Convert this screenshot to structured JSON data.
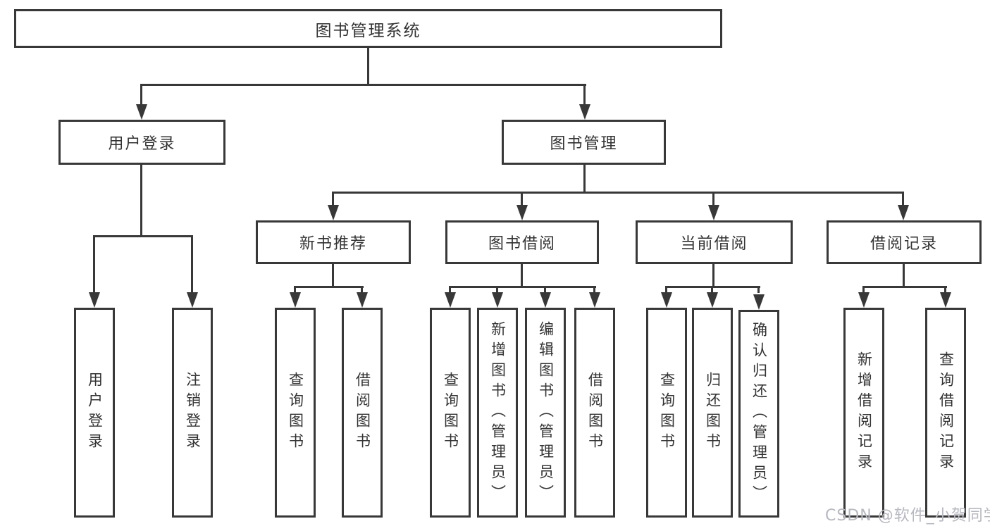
{
  "diagram_type": "hierarchy-tree",
  "tree": {
    "label": "图书管理系统",
    "children": [
      {
        "label": "用户登录",
        "children": [
          {
            "label": "用户登录"
          },
          {
            "label": "注销登录"
          }
        ]
      },
      {
        "label": "图书管理",
        "children": [
          {
            "label": "新书推荐",
            "children": [
              {
                "label": "查询图书"
              },
              {
                "label": "借阅图书"
              }
            ]
          },
          {
            "label": "图书借阅",
            "children": [
              {
                "label": "查询图书"
              },
              {
                "label": "新增图书（管理员）"
              },
              {
                "label": "编辑图书（管理员）"
              },
              {
                "label": "借阅图书"
              }
            ]
          },
          {
            "label": "当前借阅",
            "children": [
              {
                "label": "查询图书"
              },
              {
                "label": "归还图书"
              },
              {
                "label": "确认归还（管理员）"
              }
            ]
          },
          {
            "label": "借阅记录",
            "children": [
              {
                "label": "新增借阅记录"
              },
              {
                "label": "查询借阅记录"
              }
            ]
          }
        ]
      }
    ]
  },
  "watermark": {
    "text": "CSDN @软件_小贺同学"
  },
  "colors": {
    "line": "#383838",
    "box_border": "#383838",
    "box_fill": "#ffffff",
    "text": "#333333",
    "watermark": "#b7b8c0",
    "background": "#ffffff"
  }
}
